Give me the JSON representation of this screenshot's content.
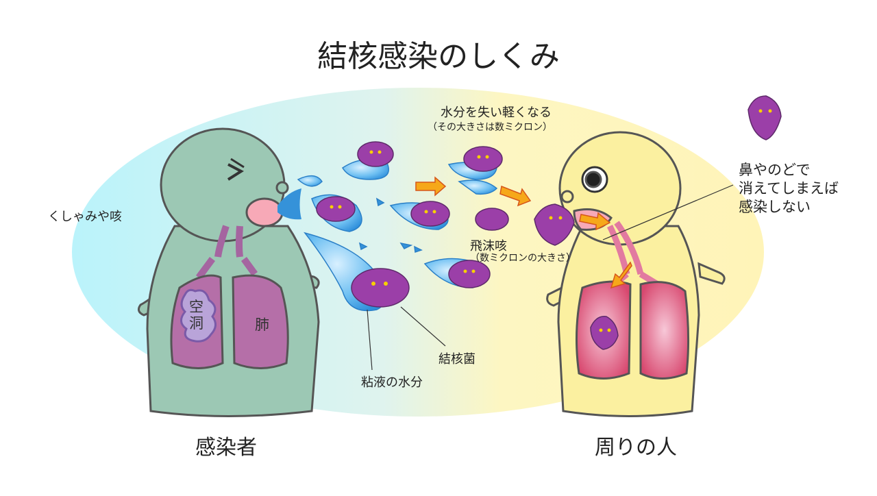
{
  "title": "結核感染のしくみ",
  "labels": {
    "sneeze_cough": "くしゃみや咳",
    "lose_water_line1": "水分を失い軽くなる",
    "lose_water_line2": "（その大きさは数ミクロン）",
    "droplet_line1": "飛沫咳",
    "droplet_line2": "（数ミクロンの大きさ）",
    "nose_throat_line1": "鼻やのどで",
    "nose_throat_line2": "消えてしまえば",
    "nose_throat_line3": "感染しない",
    "cavity_char1": "空",
    "cavity_char2": "洞",
    "lung": "肺",
    "bacteria": "結核菌",
    "mucus_water": "粘液の水分",
    "infected_person": "感染者",
    "surrounding_person": "周りの人"
  },
  "colors": {
    "infected_body": "#9cc8b4",
    "healthy_body": "#fbf0a0",
    "lung_infected": "#b56fa8",
    "lung_healthy": "#d84a78",
    "bacteria": "#9b3fa8",
    "droplet": "#3aa0e6",
    "arrow": "#f6a81a",
    "aura_left": "#bff2f8",
    "aura_right": "#fff6c0"
  }
}
